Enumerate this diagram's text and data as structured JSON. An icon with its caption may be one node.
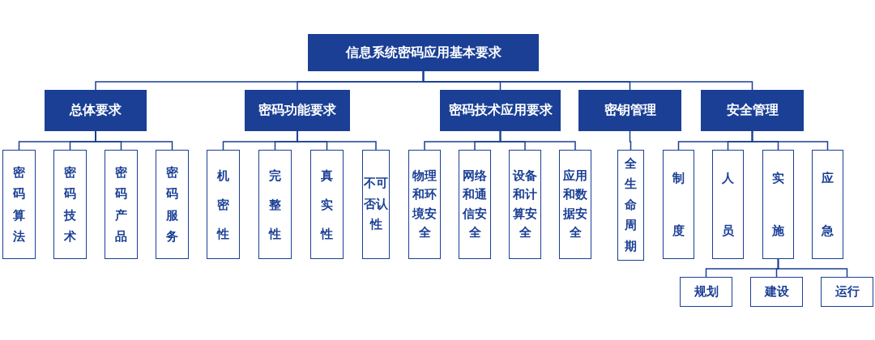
{
  "diagram": {
    "nodes": [
      {
        "text": [
          "信息系统密码应用基本要求"
        ]
      },
      {
        "text": [
          "总体要求"
        ]
      },
      {
        "text": [
          "密码功能要求"
        ]
      },
      {
        "text": [
          "密码技术应用要求"
        ]
      },
      {
        "text": [
          "密钥管理"
        ]
      },
      {
        "text": [
          "安全管理"
        ]
      },
      {
        "text": [
          "密码算法"
        ]
      },
      {
        "text": [
          "密码技术"
        ]
      },
      {
        "text": [
          "密码产品"
        ]
      },
      {
        "text": [
          "密码服务"
        ]
      },
      {
        "text": [
          "机密性"
        ]
      },
      {
        "text": [
          "完整性"
        ]
      },
      {
        "text": [
          "真实性"
        ]
      },
      {
        "text": [
          "不可否认性"
        ]
      },
      {
        "text": [
          "物理和环境安全"
        ]
      },
      {
        "text": [
          "网络和通信安全"
        ]
      },
      {
        "text": [
          "设备和计算安全"
        ]
      },
      {
        "text": [
          "应用和数据安全"
        ]
      },
      {
        "text": [
          "全生命周期"
        ]
      },
      {
        "text": [
          "制度"
        ]
      },
      {
        "text": [
          "人员"
        ]
      },
      {
        "text": [
          "实施"
        ]
      },
      {
        "text": [
          "应急"
        ]
      },
      {
        "text": [
          "规划"
        ]
      },
      {
        "text": [
          "建设"
        ]
      },
      {
        "text": [
          "运行"
        ]
      }
    ],
    "edges": [
      {
        "from": 0,
        "to": 1,
        "arrow": "none"
      },
      {
        "from": 0,
        "to": 2,
        "arrow": "none"
      },
      {
        "from": 0,
        "to": 3,
        "arrow": "none"
      },
      {
        "from": 0,
        "to": 4,
        "arrow": "none"
      },
      {
        "from": 0,
        "to": 5,
        "arrow": "none"
      },
      {
        "from": 1,
        "to": 6,
        "arrow": "none"
      },
      {
        "from": 1,
        "to": 7,
        "arrow": "none"
      },
      {
        "from": 1,
        "to": 8,
        "arrow": "none"
      },
      {
        "from": 1,
        "to": 9,
        "arrow": "none"
      },
      {
        "from": 2,
        "to": 10,
        "arrow": "none"
      },
      {
        "from": 2,
        "to": 11,
        "arrow": "none"
      },
      {
        "from": 2,
        "to": 12,
        "arrow": "none"
      },
      {
        "from": 2,
        "to": 13,
        "arrow": "none"
      },
      {
        "from": 3,
        "to": 14,
        "arrow": "none"
      },
      {
        "from": 3,
        "to": 15,
        "arrow": "none"
      },
      {
        "from": 3,
        "to": 16,
        "arrow": "none"
      },
      {
        "from": 3,
        "to": 17,
        "arrow": "none"
      },
      {
        "from": 4,
        "to": 18,
        "arrow": "none"
      },
      {
        "from": 5,
        "to": 19,
        "arrow": "none"
      },
      {
        "from": 5,
        "to": 20,
        "arrow": "none"
      },
      {
        "from": 5,
        "to": 21,
        "arrow": "none"
      },
      {
        "from": 5,
        "to": 22,
        "arrow": "none"
      },
      {
        "from": 21,
        "to": 23,
        "arrow": "none"
      },
      {
        "from": 21,
        "to": 24,
        "arrow": "none"
      },
      {
        "from": 21,
        "to": 25,
        "arrow": "none"
      }
    ]
  }
}
